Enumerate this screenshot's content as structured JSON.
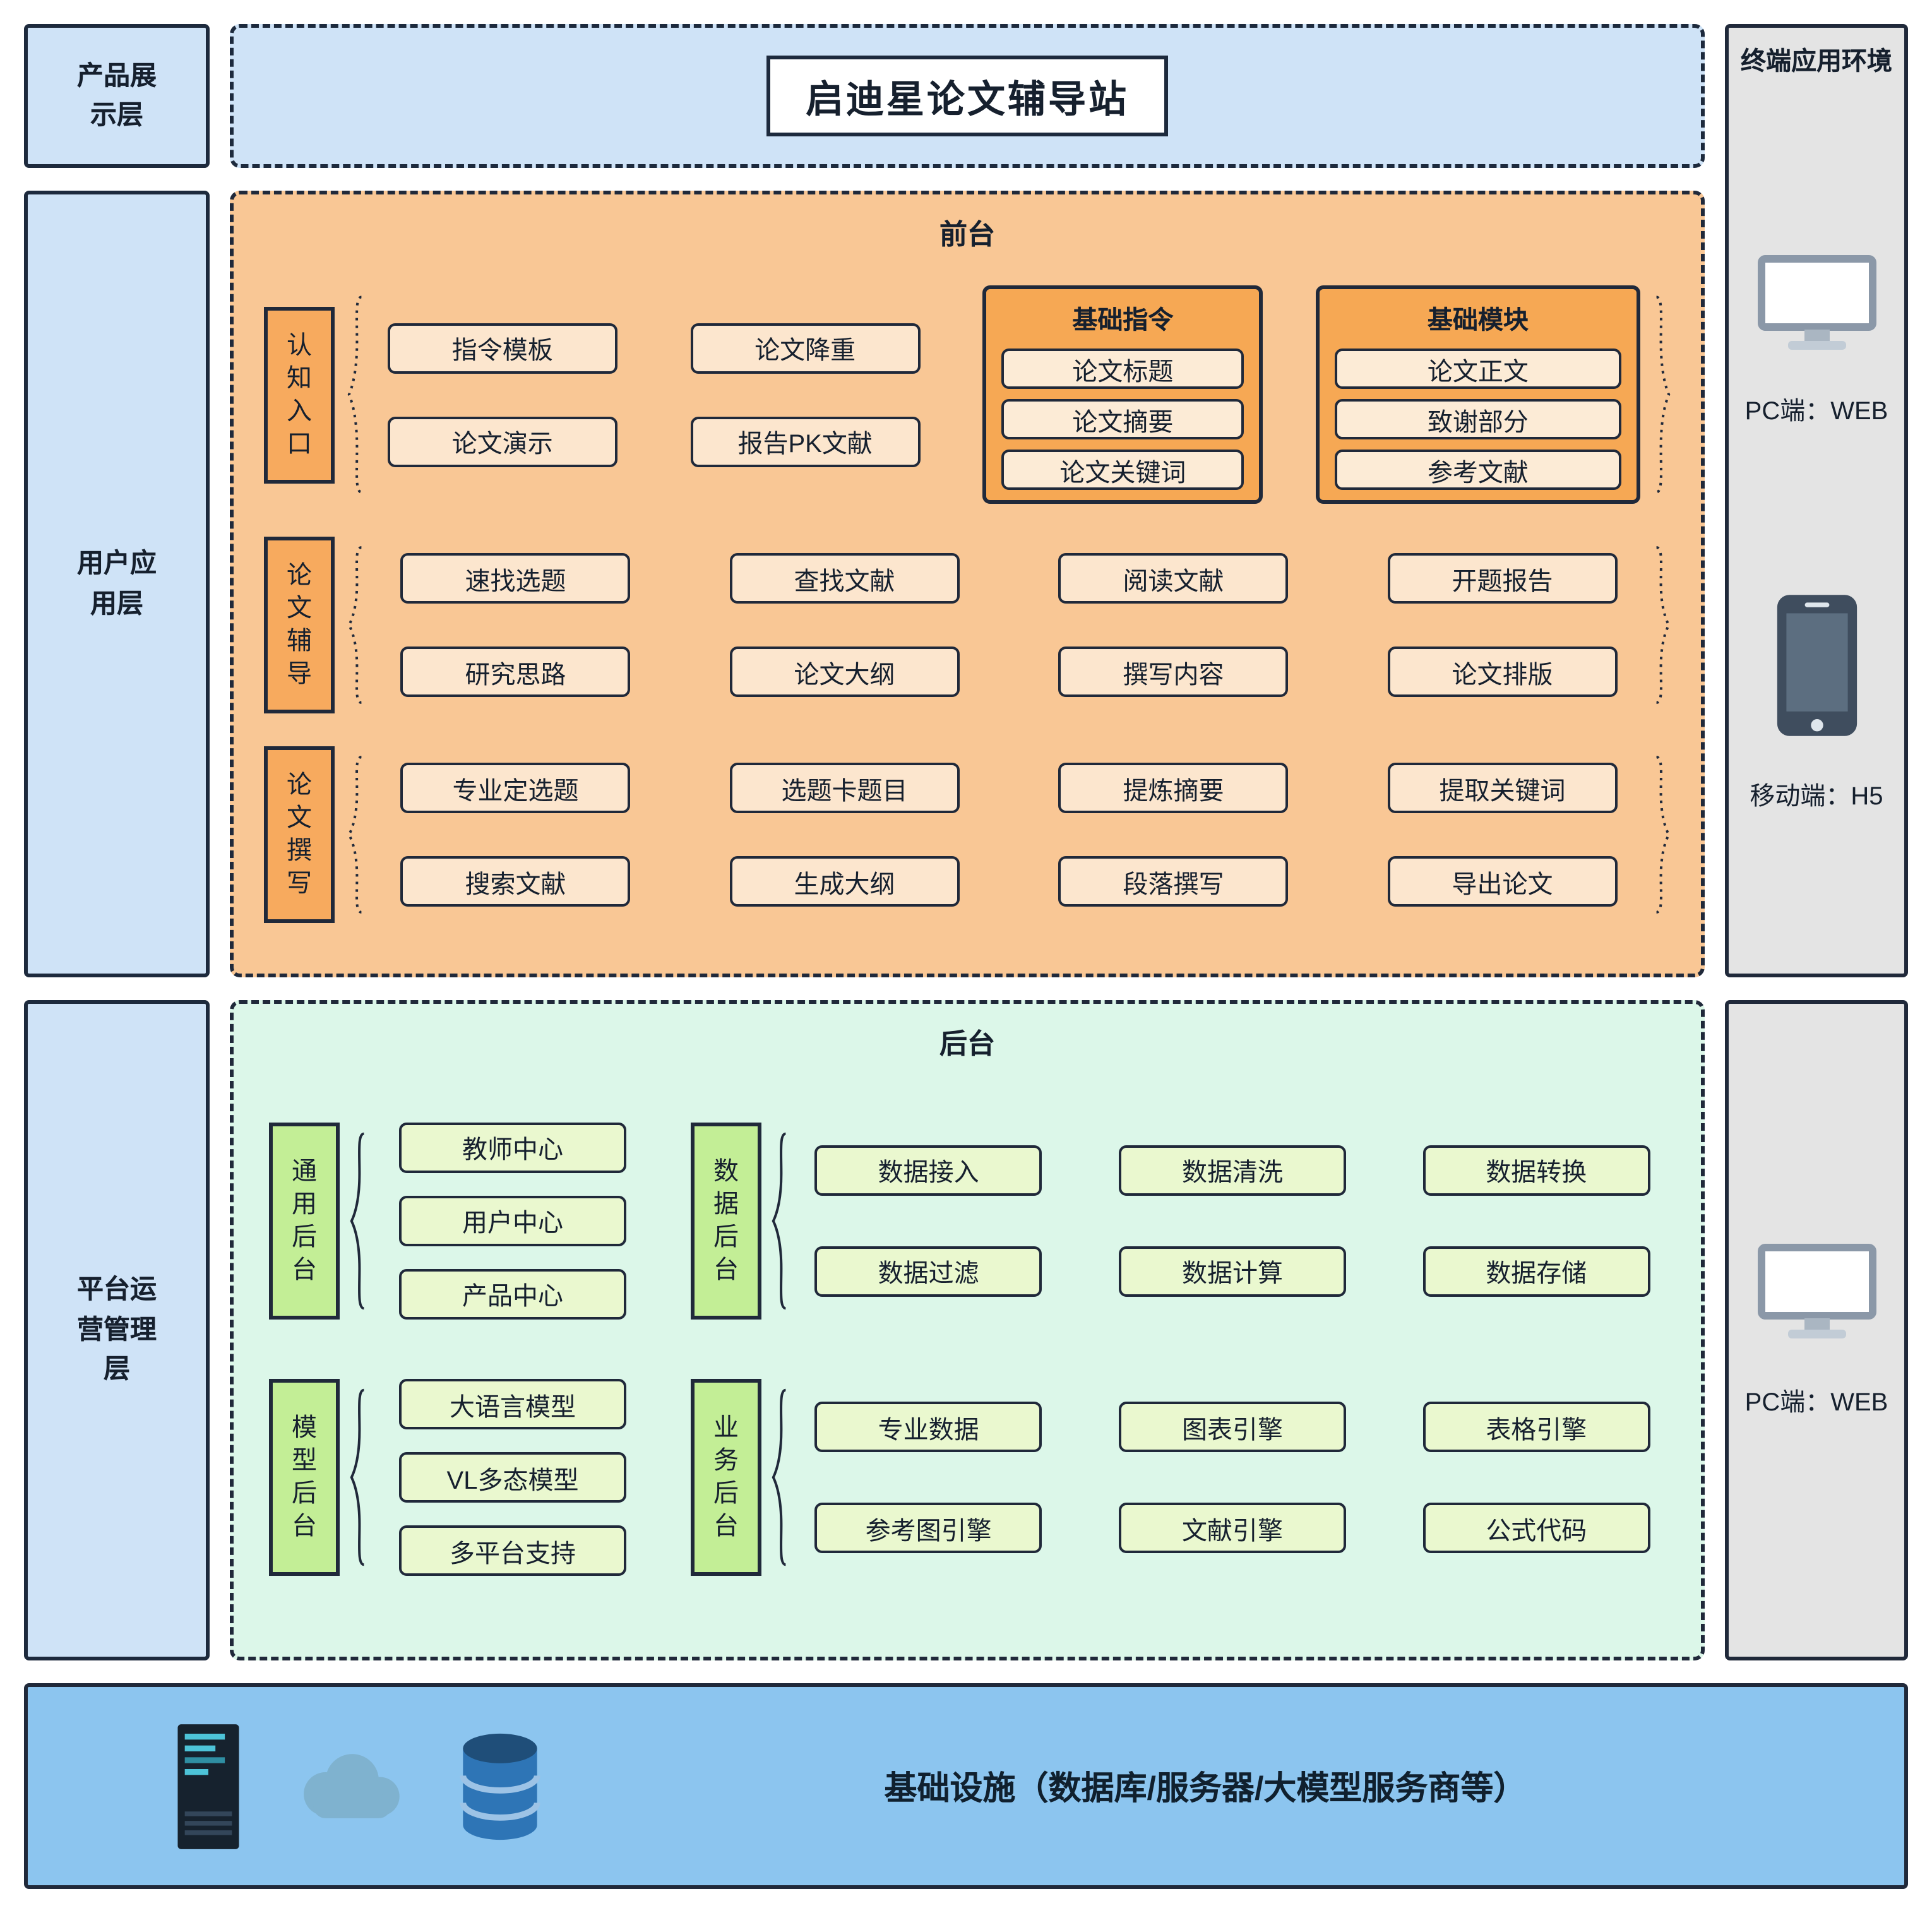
{
  "header": {
    "title": "启迪星论文辅导站"
  },
  "layers": {
    "product": "产品展\n示层",
    "user": "用户应\n用层",
    "platform": "平台运\n营管理\n层"
  },
  "terminal": {
    "title": "终端应用环境",
    "pc_web_top": "PC端：WEB",
    "mobile_h5": "移动端：H5",
    "pc_web_bottom": "PC端：WEB"
  },
  "frontdesk": {
    "title": "前台",
    "row1": {
      "label": "认\n知\n入\n口",
      "items": [
        "指令模板",
        "论文演示",
        "论文降重",
        "报告PK文献"
      ],
      "group1": {
        "title": "基础指令",
        "items": [
          "论文标题",
          "论文摘要",
          "论文关键词"
        ]
      },
      "group2": {
        "title": "基础模块",
        "items": [
          "论文正文",
          "致谢部分",
          "参考文献"
        ]
      }
    },
    "row2": {
      "label": "论\n文\n辅\n导",
      "items": [
        "速找选题",
        "研究思路",
        "查找文献",
        "论文大纲",
        "阅读文献",
        "撰写内容",
        "开题报告",
        "论文排版"
      ]
    },
    "row3": {
      "label": "论\n文\n撰\n写",
      "items": [
        "专业定选题",
        "搜索文献",
        "选题卡题目",
        "生成大纲",
        "提炼摘要",
        "段落撰写",
        "提取关键词",
        "导出论文"
      ]
    }
  },
  "backdesk": {
    "title": "后台",
    "groups": [
      {
        "label": "通\n用\n后\n台",
        "items": [
          "教师中心",
          "用户中心",
          "产品中心"
        ]
      },
      {
        "label": "数\n据\n后\n台",
        "items": [
          "数据接入",
          "数据清洗",
          "数据转换",
          "数据过滤",
          "数据计算",
          "数据存储"
        ]
      },
      {
        "label": "模\n型\n后\n台",
        "items": [
          "大语言模型",
          "VL多态模型",
          "多平台支持"
        ]
      },
      {
        "label": "业\n务\n后\n台",
        "items": [
          "专业数据",
          "图表引擎",
          "表格引擎",
          "参考图引擎",
          "文献引擎",
          "公式代码"
        ]
      }
    ]
  },
  "infrastructure": {
    "label": "基础设施（数据库/服务器/大模型服务商等）"
  },
  "colors": {
    "layer_blue": "#cfe3f7",
    "front_orange": "#f9c795",
    "front_item": "#fce6ce",
    "front_label": "#f7aa5e",
    "group_orange": "#f6a854",
    "back_green": "#dcf7e9",
    "back_item": "#eaf8cf",
    "back_label": "#c3ee96",
    "terminal_gray": "#e4e4e4",
    "infra_blue": "#8cc5ef",
    "border_dark": "#20293a"
  }
}
